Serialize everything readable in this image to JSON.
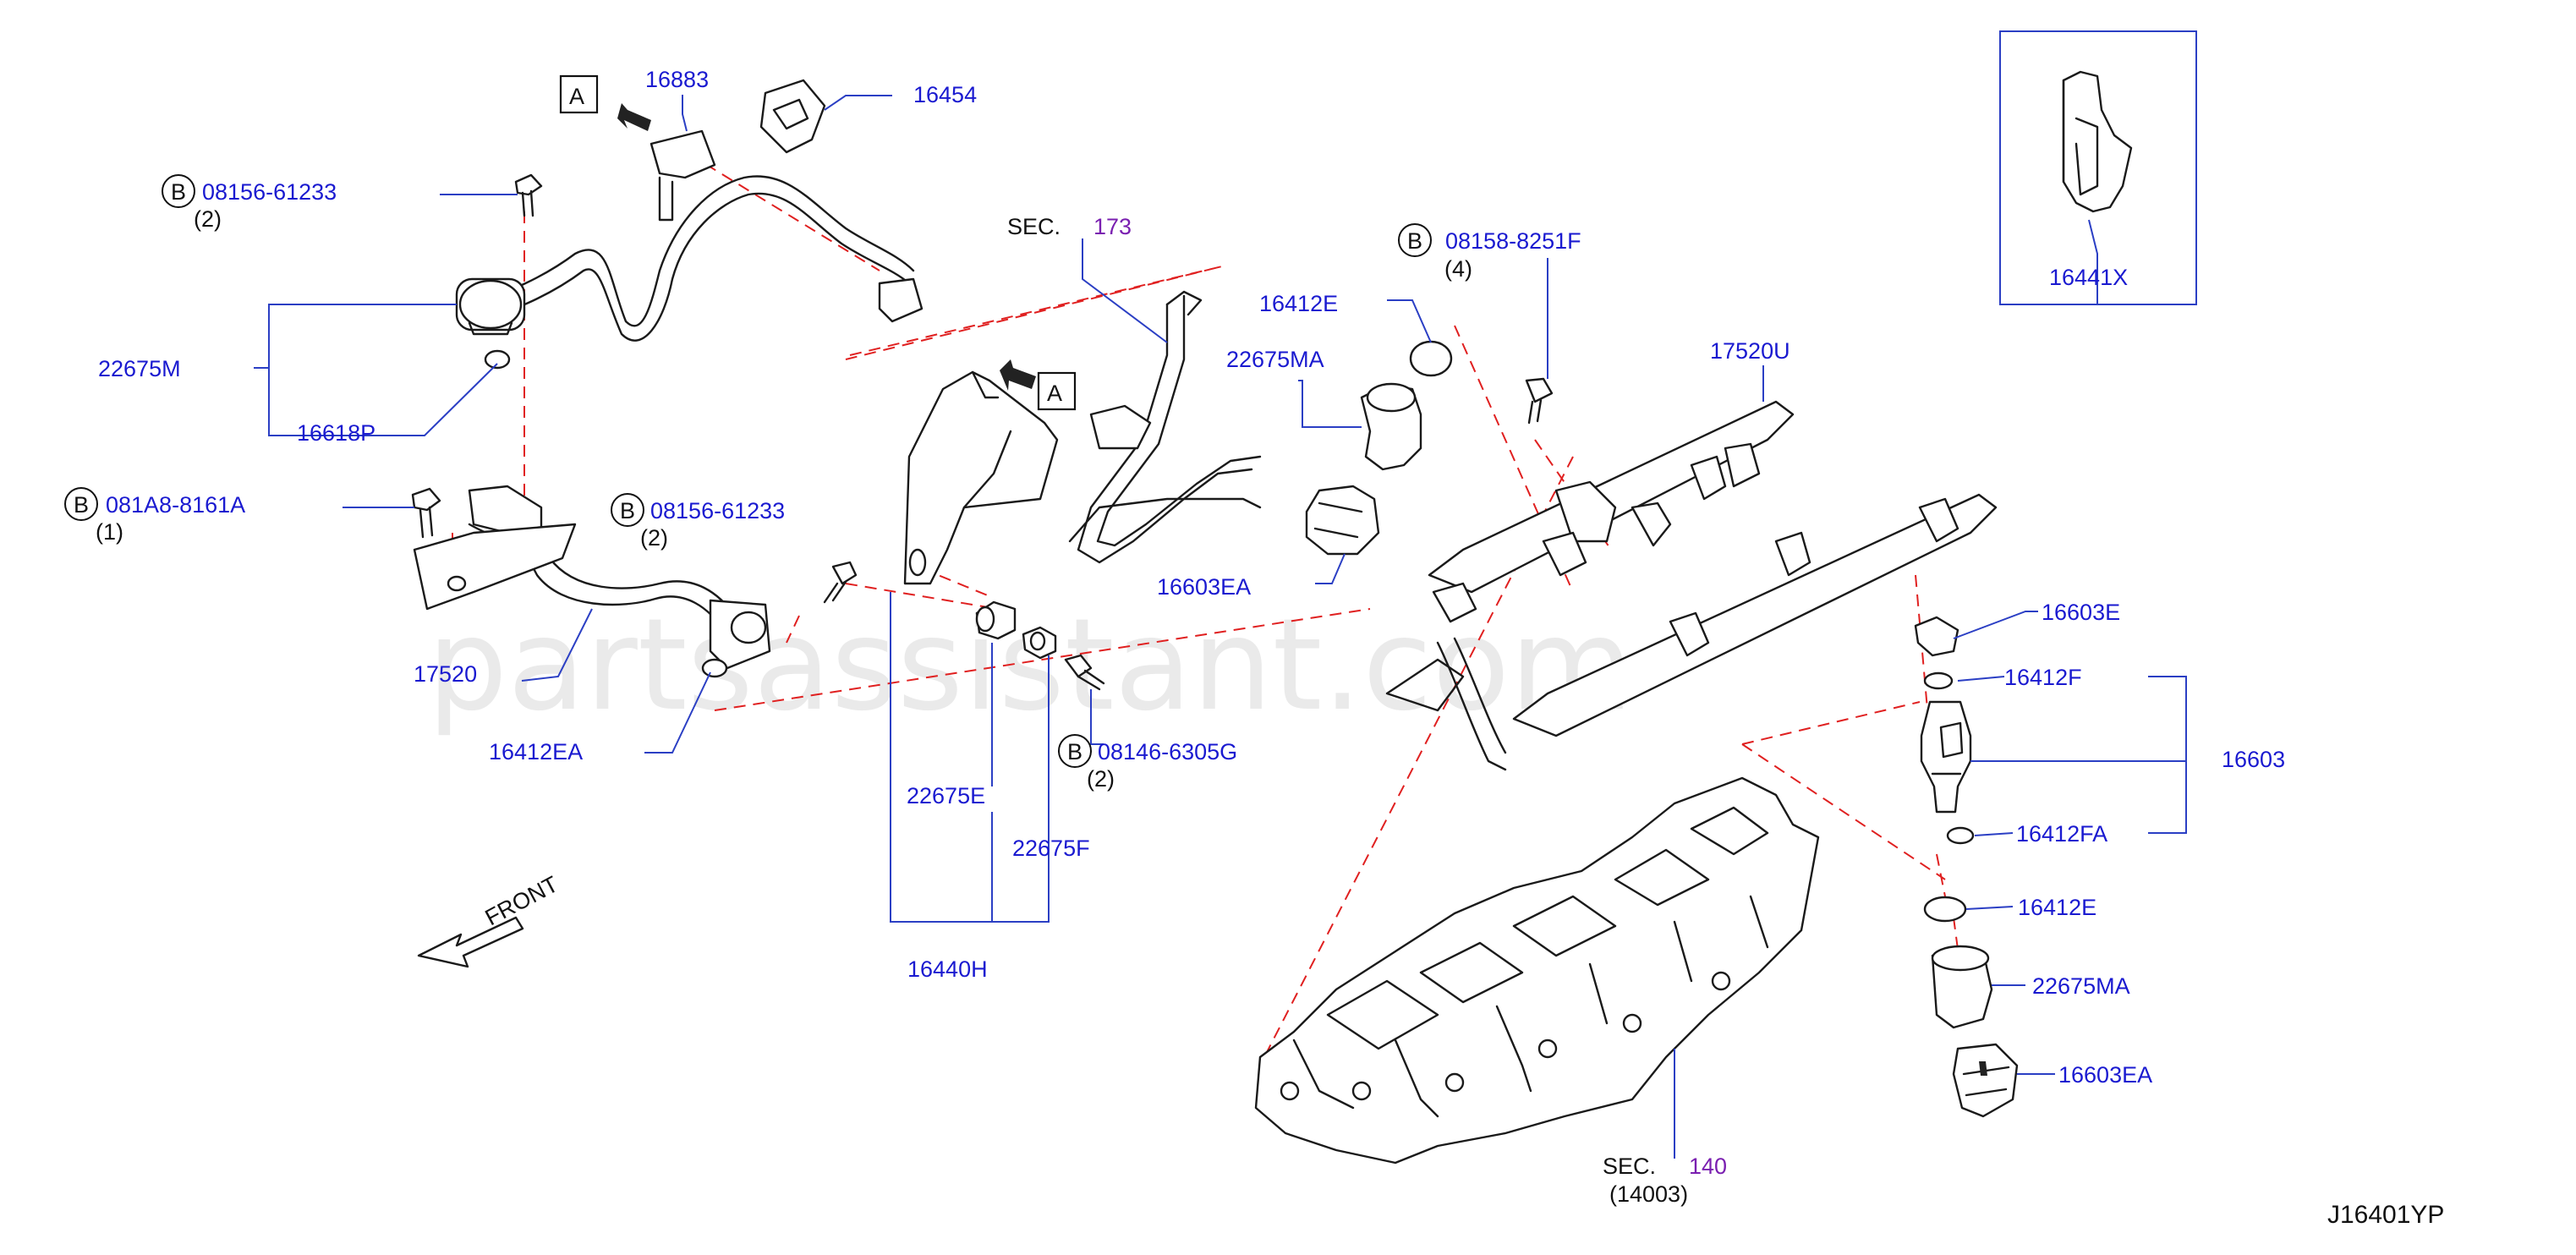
{
  "watermark": "partsassistant.com",
  "diagram_code": "J16401YP",
  "front_label": "FRONT",
  "view_marker": "A",
  "bolt_marker": "B",
  "parts": {
    "p16883": "16883",
    "p16454": "16454",
    "b08156_top": "08156-61233",
    "q2_top": "(2)",
    "p22675M": "22675M",
    "p16618P": "16618P",
    "b081A8": "081A8-8161A",
    "q1": "(1)",
    "b08156_mid": "08156-61233",
    "q2_mid": "(2)",
    "p17520": "17520",
    "p16412EA": "16412EA",
    "sec173_label": "SEC.",
    "sec173_num": "173",
    "b08158": "08158-8251F",
    "q4": "(4)",
    "p16412E_top": "16412E",
    "p22675MA_top": "22675MA",
    "p16603EA_top": "16603EA",
    "p17520U": "17520U",
    "p16441X": "16441X",
    "p16603E": "16603E",
    "p16412F": "16412F",
    "p16603": "16603",
    "p16412FA": "16412FA",
    "p16412E_bot": "16412E",
    "p22675MA_bot": "22675MA",
    "p16603EA_bot": "16603EA",
    "b08146": "08146-6305G",
    "q2_low": "(2)",
    "p22675E": "22675E",
    "p22675F": "22675F",
    "p16440H": "16440H",
    "sec140_label": "SEC.",
    "sec140_num": "140",
    "sec140_sub": "(14003)"
  },
  "colors": {
    "label_blue": "#1a1ad0",
    "section_purple": "#7a1fb0",
    "leader_blue": "#2b3fc4",
    "dash_red": "#e02020"
  }
}
